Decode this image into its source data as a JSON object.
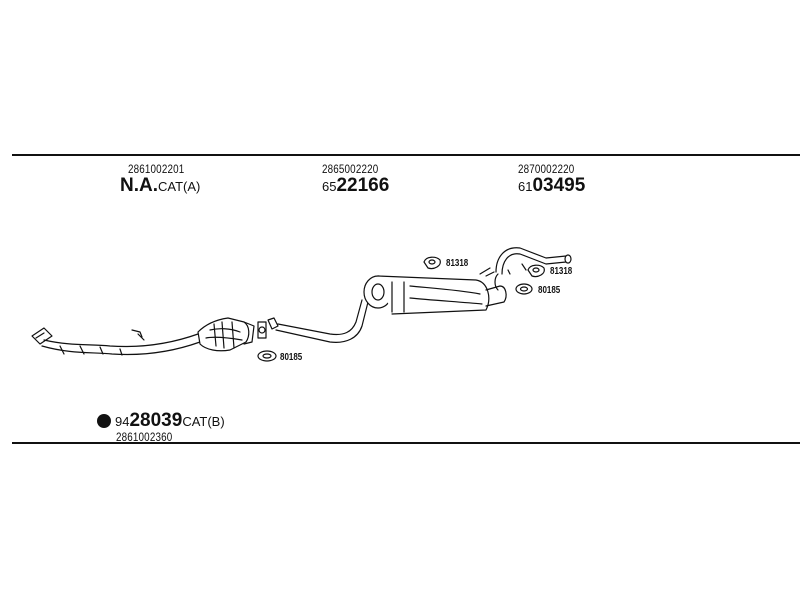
{
  "parts_top": [
    {
      "part_no": "2861002201",
      "prefix": "",
      "code": "N.A.",
      "suffix": "CAT(A)"
    },
    {
      "part_no": "2865002220",
      "prefix": "65",
      "code": "22166",
      "suffix": ""
    },
    {
      "part_no": "2870002220",
      "prefix": "61",
      "code": "03495",
      "suffix": ""
    }
  ],
  "parts_bottom": {
    "prefix": "94",
    "code": "28039",
    "suffix": "CAT(B)",
    "part_no": "2861002360"
  },
  "callouts": {
    "gasket_mid": "80185",
    "hanger_mid": "81318",
    "hanger_right": "81318",
    "gasket_right": "80185"
  }
}
